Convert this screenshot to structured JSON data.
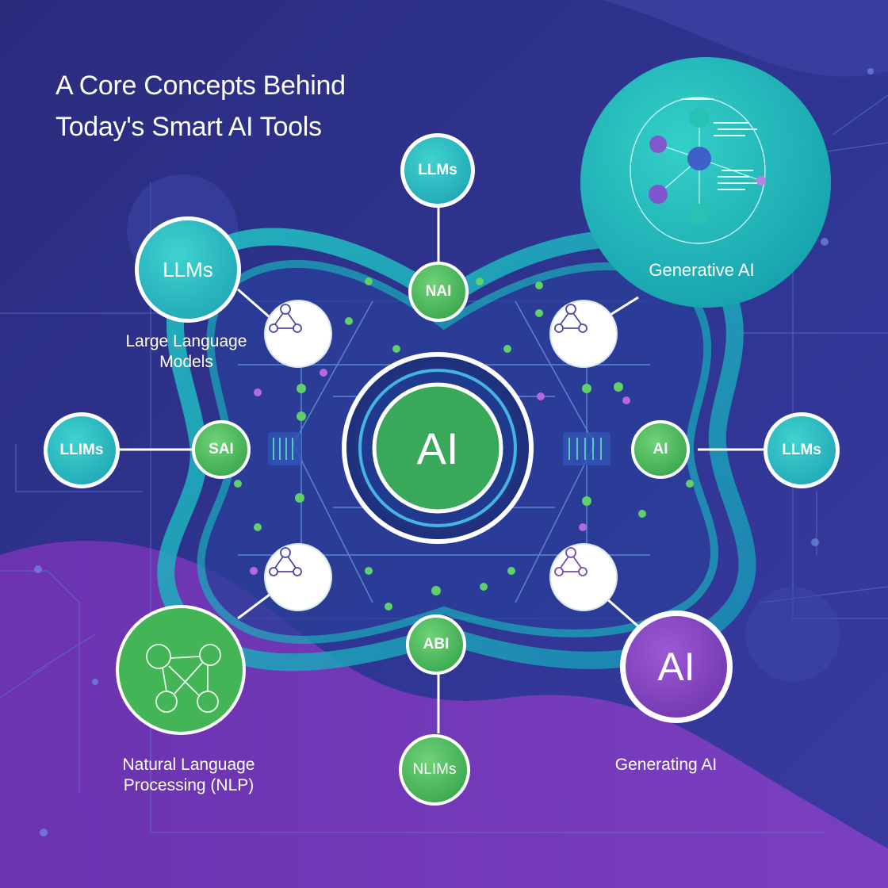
{
  "title": {
    "line1": "A Core Concepts Behind",
    "line2": "Today's Smart AI Tools"
  },
  "colors": {
    "background": "#2c2f86",
    "teal": "#22b3bd",
    "green": "#43b556",
    "purple": "#7b3bbd",
    "ribbon": "#1fc2c2"
  },
  "nodes": {
    "center": "AI",
    "top_node": "LLMs",
    "top_left_node": "LLMs",
    "left_node": "LLIMs",
    "right_node": "LLMs",
    "bottom_node": "NLIMs",
    "upper_hub": "NAI",
    "lower_hub": "ABI",
    "left_hub": "SAI",
    "right_hub": "AI",
    "bottom_right_node": "AI"
  },
  "captions": {
    "large_language_models_line1": "Large Language",
    "large_language_models_line2": "Models",
    "generative_ai": "Generative AI",
    "nlp_line1": "Natural Language",
    "nlp_line2": "Processing (NLP)",
    "generating_ai": "Generating AI"
  },
  "icons": {
    "hub_icons": [
      "network-icon",
      "network-icon",
      "network-icon",
      "network-icon"
    ],
    "nlp_icon": "neural-network-icon",
    "generative_panel_icon": "workflow-diagram-icon"
  }
}
